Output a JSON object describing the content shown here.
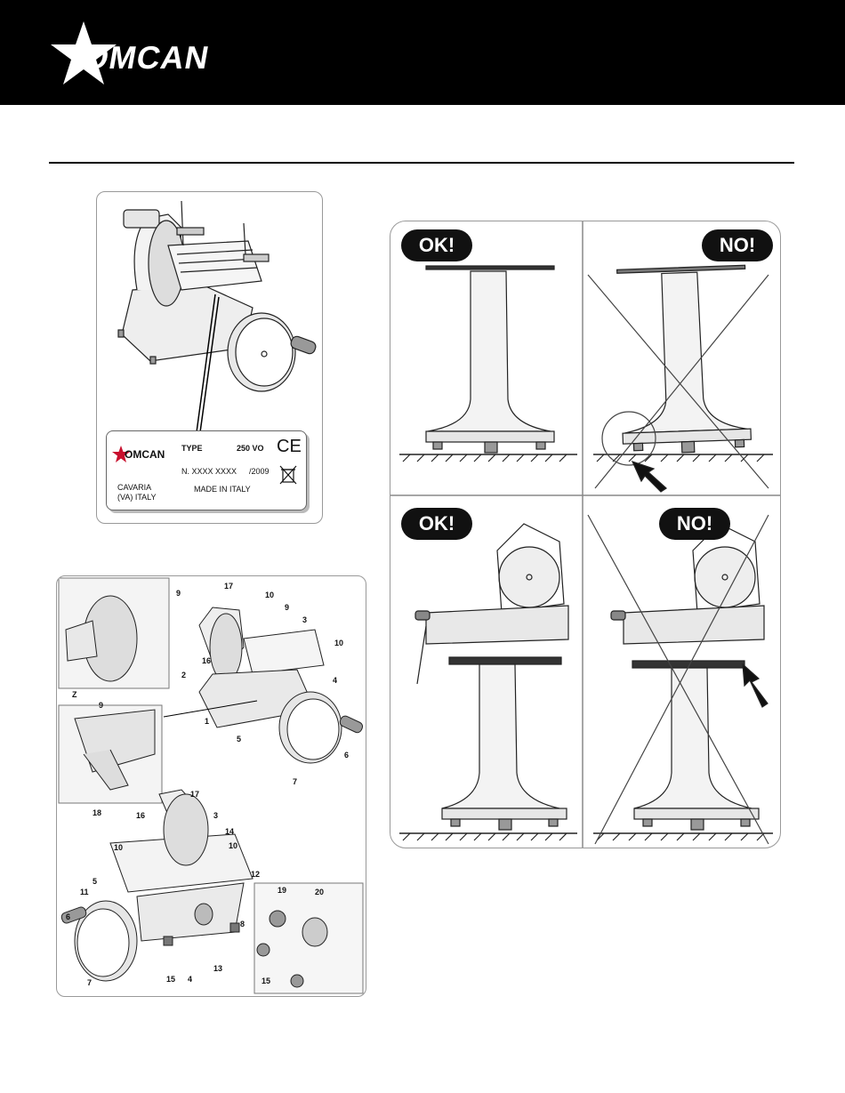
{
  "brand": {
    "name": "OMCAN"
  },
  "rating_plate": {
    "brand": "OMCAN",
    "type_label": "TYPE",
    "type_value": "250 VO",
    "ce_mark": "CE",
    "serial": "N. XXXX XXXX",
    "year": "/2009",
    "origin_line1": "CAVARIA",
    "origin_line2": "(VA) ITALY",
    "made_in": "MADE IN ITALY"
  },
  "parts_diagram": {
    "callouts": [
      "17",
      "10",
      "9",
      "3",
      "10",
      "4",
      "2",
      "5",
      "1",
      "6",
      "7",
      "9",
      "16",
      "Z",
      "9",
      "18",
      "17",
      "16",
      "3",
      "14",
      "10",
      "10",
      "5",
      "11",
      "12",
      "6",
      "8",
      "7",
      "4",
      "13",
      "15",
      "19",
      "20",
      "15"
    ]
  },
  "install_panels": [
    {
      "badge": "OK!"
    },
    {
      "badge": "NO!"
    },
    {
      "badge": "OK!"
    },
    {
      "badge": "NO!"
    }
  ],
  "colors": {
    "header_bg": "#000000",
    "page_bg": "#ffffff",
    "logo_red": "#c8102e"
  }
}
